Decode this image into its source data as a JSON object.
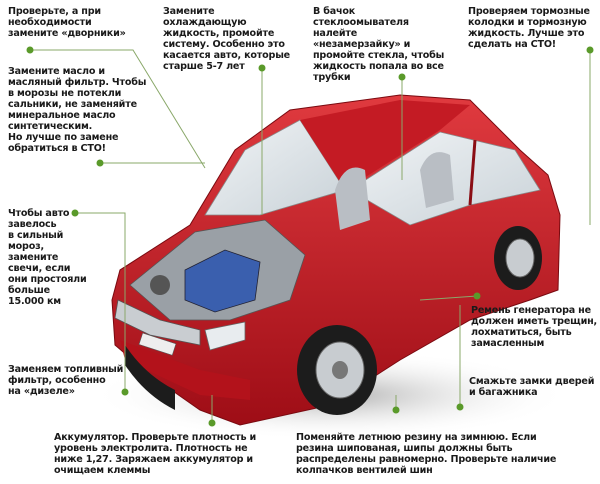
{
  "colors": {
    "accent": "#5a9a2a",
    "line": "#8aa86a",
    "car_body": "#c4131d",
    "text": "#1a1a1a"
  },
  "notes": {
    "wipers": "Проверьте, а при\nнеобходимости\nзамените «дворники»",
    "coolant": "Замените\nохлаждающую\nжидкость, промойте\nсистему. Особенно это\nкасается авто, которые\nстарше 5-7 лет",
    "washer": "В бачок\nстеклоомывателя\nналейте\n«незамерзайку» и\nпромойте стекла, чтобы\nжидкость попала во все\nтрубки",
    "brakes": "Проверяем тормозные\nколодки и тормозную\nжидкость. Лучше это\nсделать на СТО!",
    "oil": "Замените масло и\nмасляный фильтр. Чтобы\nв морозы не потекли\nсальники, не заменяйте\nминеральное масло\nсинтетическим.\nНо лучше по замене\nобратиться в СТО!",
    "spark_plugs": "Чтобы авто\nзавелось\nв сильный\nмороз,\nзамените\nсвечи, если\nони простояли\nбольше\n15.000 км",
    "fuel_filter": "Заменяем топливный\nфильтр, особенно\nна «дизеле»",
    "belt": "Ремень генератора не\nдолжен иметь трещин,\nлохматиться, быть\nзамасленным",
    "locks": "Смажьте замки дверей\nи багажника",
    "battery": "Аккумулятор. Проверьте плотность и\nуровень электролита. Плотность не\nниже 1,27. Заряжаем аккумулятор и\nочищаем клеммы",
    "tires": "Поменяйте летнюю резину на зимнюю. Если\nрезина шипованая, шипы должны быть\nраспределены равномерно. Проверьте наличие\nколпачков вентилей шин"
  }
}
